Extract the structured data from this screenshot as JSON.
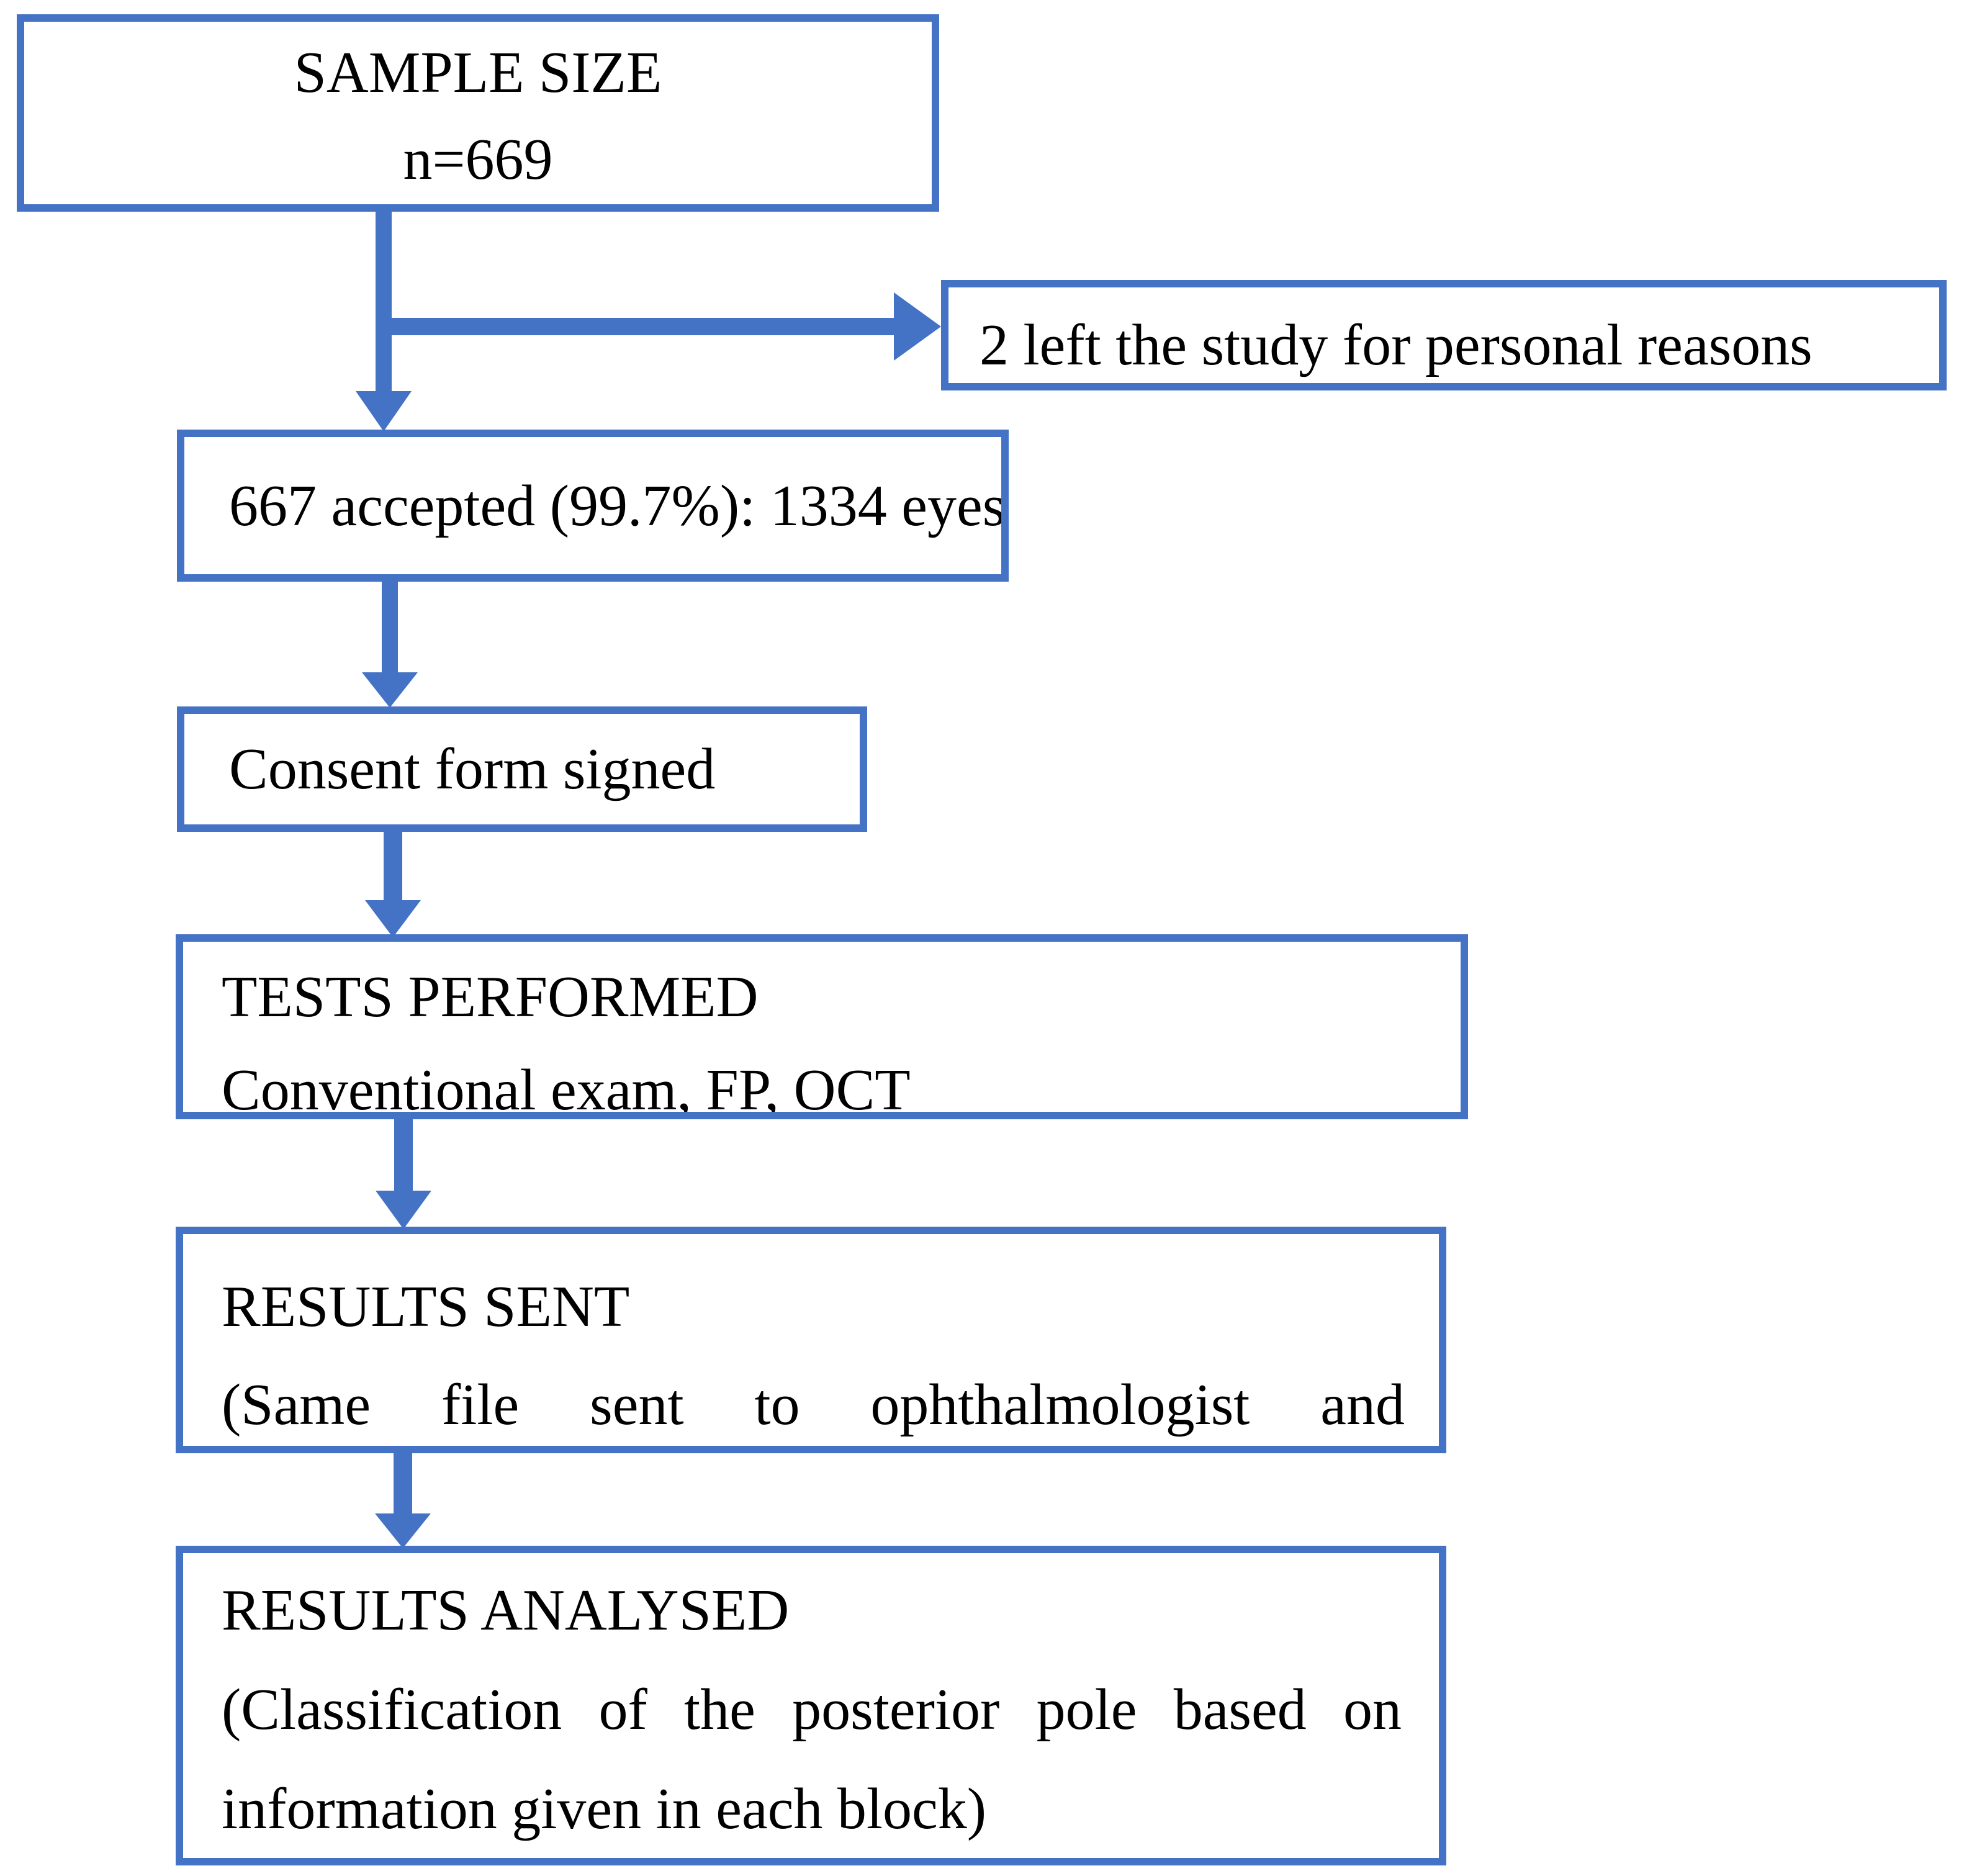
{
  "colors": {
    "accent": "#4472C4",
    "text": "#000000",
    "background": "#FFFFFF"
  },
  "flowchart": {
    "sample_size": {
      "title": "SAMPLE SIZE",
      "n": "n=669"
    },
    "left_study": {
      "text": "2 left the study for personal reasons"
    },
    "accepted": {
      "text": "667 accepted (99.7%): 1334 eyes"
    },
    "consent": {
      "text": "Consent form signed"
    },
    "tests": {
      "title": "TESTS PERFORMED",
      "detail": "Conventional exam, FP, OCT"
    },
    "results_sent": {
      "title": "RESULTS SENT",
      "detail": "(Same file sent to ophthalmologist and"
    },
    "results_analysed": {
      "title": "RESULTS ANALYSED",
      "detail_line1": "(Classification of the posterior pole based on",
      "detail_line2": "information given in each block)"
    }
  }
}
